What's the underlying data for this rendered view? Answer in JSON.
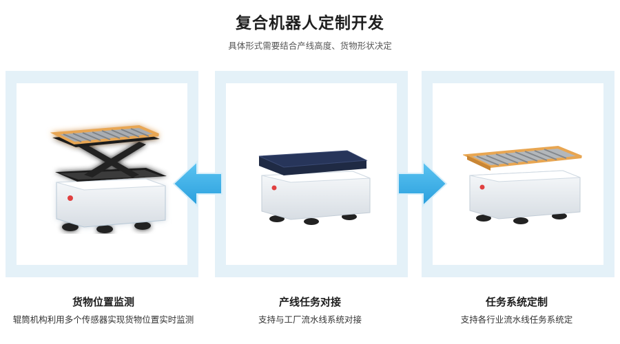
{
  "header": {
    "title": "复合机器人定制开发",
    "subtitle": "具体形式需要结合产线高度、货物形状决定"
  },
  "cards": [
    {
      "title": "货物位置监测",
      "description": "辊筒机构利用多个传感器实现货物位置实时监测"
    },
    {
      "title": "产线任务对接",
      "description": "支持与工厂流水线系统对接"
    },
    {
      "title": "任务系统定制",
      "description": "支持各行业流水线任务系统定"
    }
  ],
  "colors": {
    "panel_border": "#e4f1f8",
    "arrow_fill": "#3ab0ea",
    "roller_frame": "#e8a652",
    "robot_body": "#eef1f4",
    "top_plate": "#1f2a44"
  }
}
